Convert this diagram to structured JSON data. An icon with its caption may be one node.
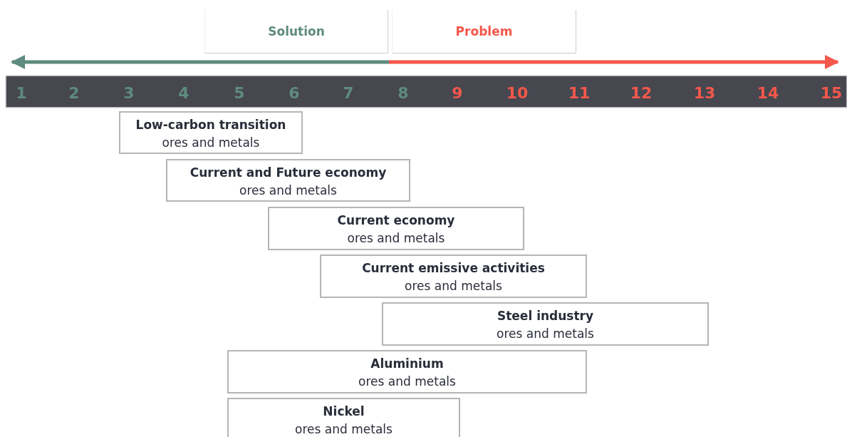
{
  "diagram": {
    "nodes": [
      {
        "text": [
          "Solution"
        ]
      },
      {
        "text": [
          "Problem"
        ]
      },
      {
        "text": [
          "Low-carbon transition",
          "ores and metals"
        ]
      },
      {
        "text": [
          "Current and Future economy",
          "ores and metals"
        ]
      },
      {
        "text": [
          "Current economy",
          "ores and metals"
        ]
      },
      {
        "text": [
          "Current emissive activities",
          "ores and metals"
        ]
      },
      {
        "text": [
          "Steel industry",
          "ores and metals"
        ]
      },
      {
        "text": [
          "Aluminium",
          "ores and metals"
        ]
      },
      {
        "text": [
          "Nickel",
          "ores and metals"
        ]
      }
    ],
    "labels": [
      "1",
      "2",
      "3",
      "4",
      "5",
      "6",
      "7",
      "8",
      "9",
      "10",
      "11",
      "12",
      "13",
      "14",
      "15"
    ]
  }
}
